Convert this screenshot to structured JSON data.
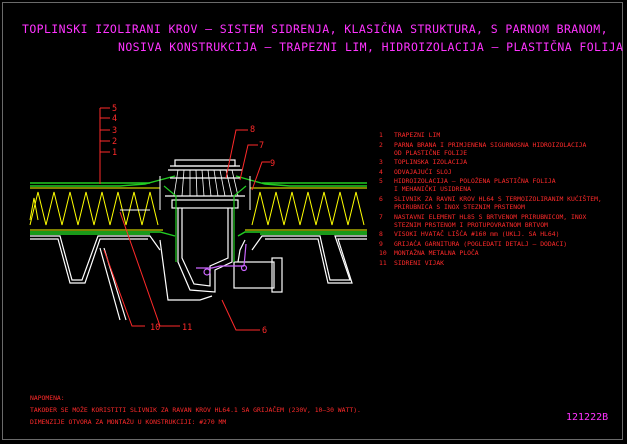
{
  "title": {
    "line1": "TOPLINSKI IZOLIRANI KROV – SISTEM SIDRENJA, KLASIČNA STRUKTURA, S PARNOM BRANOM,",
    "line2": "NOSIVA KONSTRUKCIJA – TRAPEZNI LIM, HIDROIZOLACIJA – PLASTIČNA FOLIJA"
  },
  "callouts": {
    "left_stack": [
      "5",
      "4",
      "3",
      "2",
      "1"
    ],
    "n8": "8",
    "n7": "7",
    "n9": "9",
    "n6": "6",
    "n10": "10",
    "n11": "11"
  },
  "legend": [
    {
      "num": "1",
      "text": "TRAPEZNI LIM"
    },
    {
      "num": "2",
      "text": "PARNA BRANA I PRIMJENENA SIGURNOSNA HIDROIZOLACIJA\nOD PLASTIČNE FOLIJE"
    },
    {
      "num": "3",
      "text": "TOPLINSKA IZOLACIJA"
    },
    {
      "num": "4",
      "text": "ODVAJAJUĆI SLOJ"
    },
    {
      "num": "5",
      "text": "HIDROIZOLACIJA – POLOŽENA PLASTIČNA FOLIJA\nI MEHANIČKI USIDRENA"
    },
    {
      "num": "6",
      "text": "SLIVNIK ZA RAVNI KROV HL64 S TERMOIZOLIRANIM KUĆIŠTEM,\nPRIRUBNICA S INOX STEZNIM PRSTENOM"
    },
    {
      "num": "7",
      "text": "NASTAVNI ELEMENT HL85 S BRTVENOM PRIRUBNICOM, INOX\nSTEZNIM PRSTENOM I PROTUPOVRATNOM BRTVOM"
    },
    {
      "num": "8",
      "text": "VISOKI HVATAČ LIŠĆA #160 mm (UKLJ. SA HL64)"
    },
    {
      "num": "9",
      "text": "GRIJAĆA GARNITURA (POGLEDATI DETALJ – DODACI)"
    },
    {
      "num": "10",
      "text": "MONTAŽNA METALNA PLOČA"
    },
    {
      "num": "11",
      "text": "SIDRENI VIJAK"
    }
  ],
  "notes": {
    "heading": "NAPOMENA:",
    "line1": "TAKOĐER SE MOŽE KORISTITI SLIVNIK ZA RAVAN KROV HL64.1 SA GRIJAČEM (230V, 10–30 WATT).",
    "line2": "DIMENZIJE OTVORA ZA MONTAŽU U KONSTRUKCIJI: #270 MM"
  },
  "drawing_code": "121222B",
  "colors": {
    "title": "#ff33ff",
    "legend_text": "#ff2a2a",
    "membrane": "#22cc22",
    "insulation": "#ffff00",
    "drain_body": "#ffffff",
    "leader": "#ff2a2a",
    "heater": "#cc66ff",
    "frame": "#6a6a6a"
  }
}
